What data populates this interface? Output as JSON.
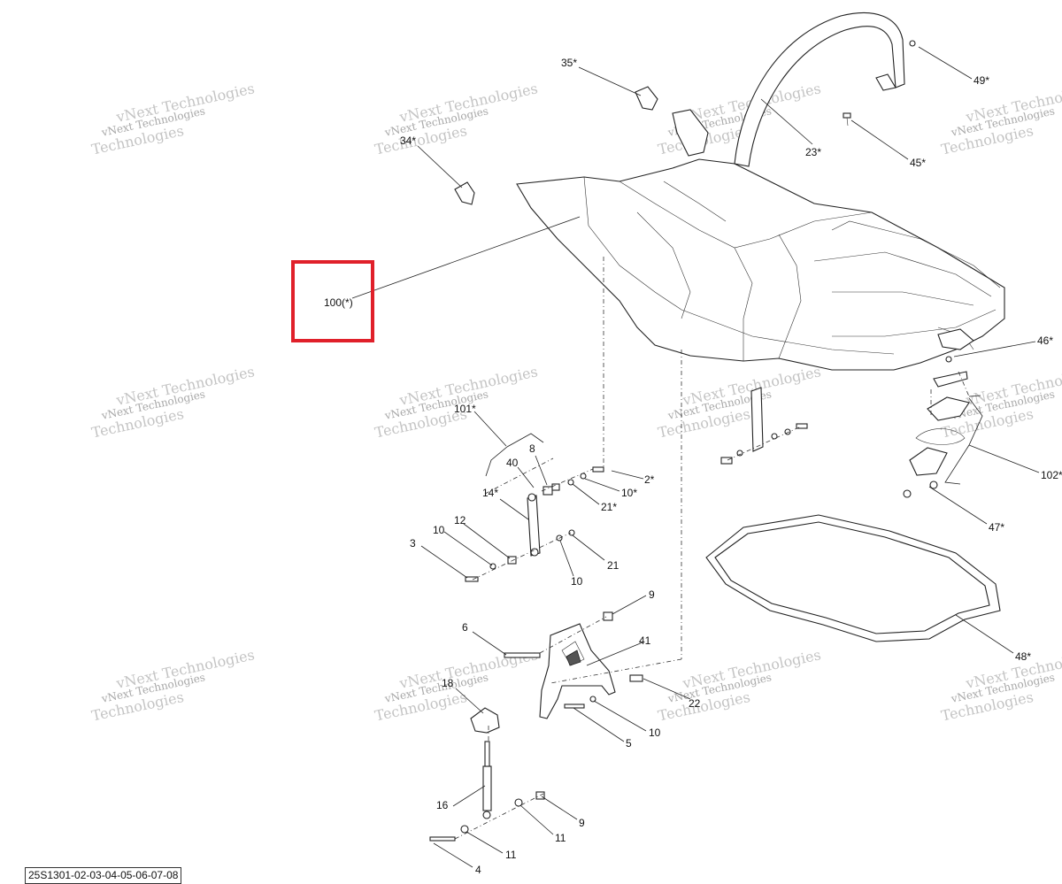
{
  "watermark": {
    "line1": "vNext Technologies",
    "line2": "Technologies"
  },
  "catalog_ref": "25S1301-02-03-04-05-06-07-08",
  "highlighted_callout": "100(*)",
  "callouts": [
    "35*",
    "34*",
    "23*",
    "49*",
    "45*",
    "46*",
    "101*",
    "40",
    "8",
    "2*",
    "10*",
    "21*",
    "14*",
    "12",
    "10",
    "3",
    "21",
    "10",
    "102*",
    "47*",
    "48*",
    "9",
    "6",
    "41",
    "18",
    "22",
    "10",
    "5",
    "16",
    "9",
    "11",
    "11",
    "4"
  ],
  "colors": {
    "highlight": "#e0202a",
    "line": "#222222",
    "watermark": "#a8a8a8"
  }
}
